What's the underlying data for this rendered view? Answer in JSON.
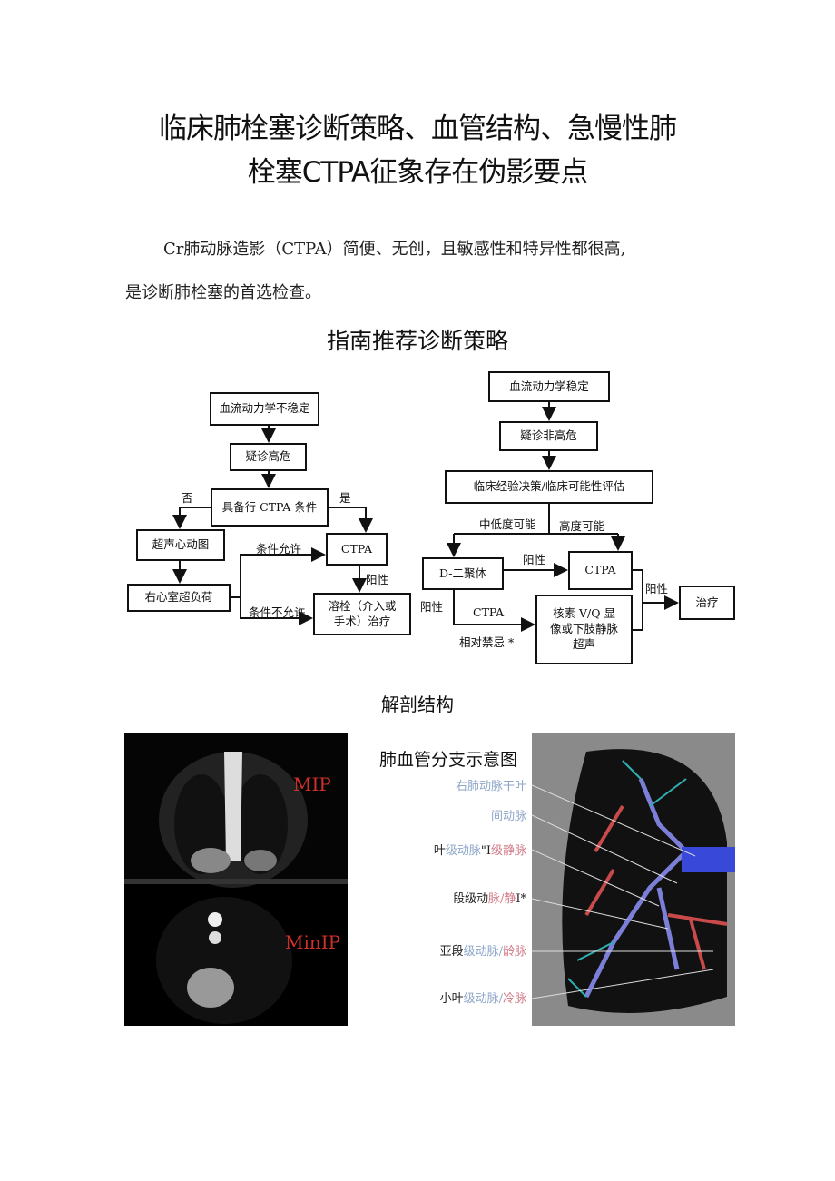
{
  "title": {
    "line1": "临床肺栓塞诊断策略、血管结构、急慢性肺",
    "line2": "栓塞CTPA征象存在伪影要点"
  },
  "intro": {
    "line1": "Cr肺动脉造影（CTPA）简便、无创，且敏感性和特异性都很高,",
    "line2": "是诊断肺栓塞的首选检查。"
  },
  "section1": {
    "heading": "指南推荐诊断策略",
    "left_flow": {
      "unstable": "血流动力学不稳定",
      "high_risk": "疑诊高危",
      "ctpa_condition": "具备行 CTPA 条件",
      "no": "否",
      "yes": "是",
      "echo": "超声心动图",
      "ctpa": "CTPA",
      "rv_overload": "右心室超负荷",
      "allowed": "条件允许",
      "not_allowed": "条件不允许",
      "positive": "阳性",
      "thrombolysis": "溶栓（介入或手术）治疗"
    },
    "right_flow": {
      "stable": "血流动力学稳定",
      "non_high_risk": "疑诊非高危",
      "clinical": "临床经验决策/临床可能性评估",
      "low_mid": "中低度可能",
      "high": "高度可能",
      "ddimer": "D-二聚体",
      "positive_top": "阳性",
      "ctpa": "CTPA",
      "positive_left": "阳性",
      "ctpa_label": "CTPA",
      "relative_contra": "相对禁忌 *",
      "vq": "核素 V/Q 显像或下肢静脉超声",
      "positive_right": "阳性",
      "treatment": "治疗"
    }
  },
  "section2": {
    "heading": "解剖结构",
    "ct_labels": {
      "mip": "MIP",
      "minip": "MinIP"
    },
    "diagram_title": "肺血管分支示意图",
    "labels": [
      {
        "parts": [
          {
            "t": "右肺动脉干叶",
            "c": "blue"
          }
        ]
      },
      {
        "parts": [
          {
            "t": "间动脉",
            "c": "blue"
          }
        ]
      },
      {
        "parts": [
          {
            "t": "叶",
            "c": "dark"
          },
          {
            "t": "级动脉",
            "c": "blue"
          },
          {
            "t": "\"I",
            "c": "dark"
          },
          {
            "t": "级静脉",
            "c": "red"
          }
        ]
      },
      {
        "parts": [
          {
            "t": "段级动",
            "c": "dark"
          },
          {
            "t": "脉/静",
            "c": "red"
          },
          {
            "t": "I*",
            "c": "dark"
          }
        ]
      },
      {
        "parts": [
          {
            "t": "亚段",
            "c": "dark"
          },
          {
            "t": "级动脉/",
            "c": "blue"
          },
          {
            "t": "龄脉",
            "c": "red"
          }
        ]
      },
      {
        "parts": [
          {
            "t": "小叶",
            "c": "dark"
          },
          {
            "t": "级动脉/",
            "c": "blue"
          },
          {
            "t": "冷脉",
            "c": "red"
          }
        ]
      }
    ],
    "colors": {
      "artery": "#8ea6c8",
      "vein": "#d07a86",
      "ct_label": "#d0302a"
    }
  }
}
